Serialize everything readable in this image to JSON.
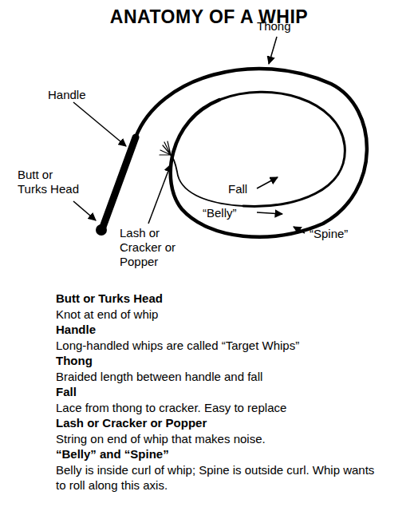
{
  "diagram": {
    "title": "ANATOMY OF A WHIP",
    "labels": [
      "Thong",
      "Handle",
      "Butt or Turks Head",
      "Fall",
      "“Belly”",
      "Lash or Cracker or Popper",
      "“Spine”",
      "Butt or Turks Head",
      "Knot at end of whip",
      "Handle",
      "Long-handled whips are called “Target Whips”",
      "Thong",
      "Braided length between handle and fall",
      "Fall",
      "Lace from thong to cracker. Easy to replace",
      "Lash or Cracker or Popper",
      "String on end of whip that makes noise.",
      "“Belly” and “Spine”",
      "Belly is inside curl of whip; Spine is outside curl. Whip wants to roll along this axis."
    ]
  }
}
